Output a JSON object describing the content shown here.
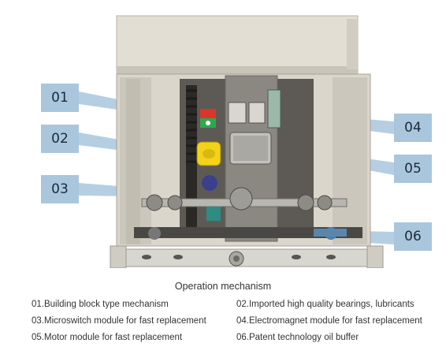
{
  "callouts": [
    "01",
    "02",
    "03",
    "04",
    "05",
    "06"
  ],
  "caption": "Operation mechanism",
  "legend": [
    "01.Building block type mechanism",
    "02.Imported high quality bearings, lubricants",
    "03.Microswitch module for fast replacement",
    "04.Electromagnet module for fast replacement",
    "05.Motor module for fast replacement",
    "06.Patent technology oil buffer"
  ],
  "colors": {
    "callout_fill": "#a9c6dd",
    "frame": "#d4d0c6",
    "indicator_red": "#d9362b",
    "indicator_green": "#2fa84f",
    "solenoid_yellow": "#f3d21a",
    "motor_blue": "#3b3f8c",
    "teal_part": "#2e8c82"
  }
}
